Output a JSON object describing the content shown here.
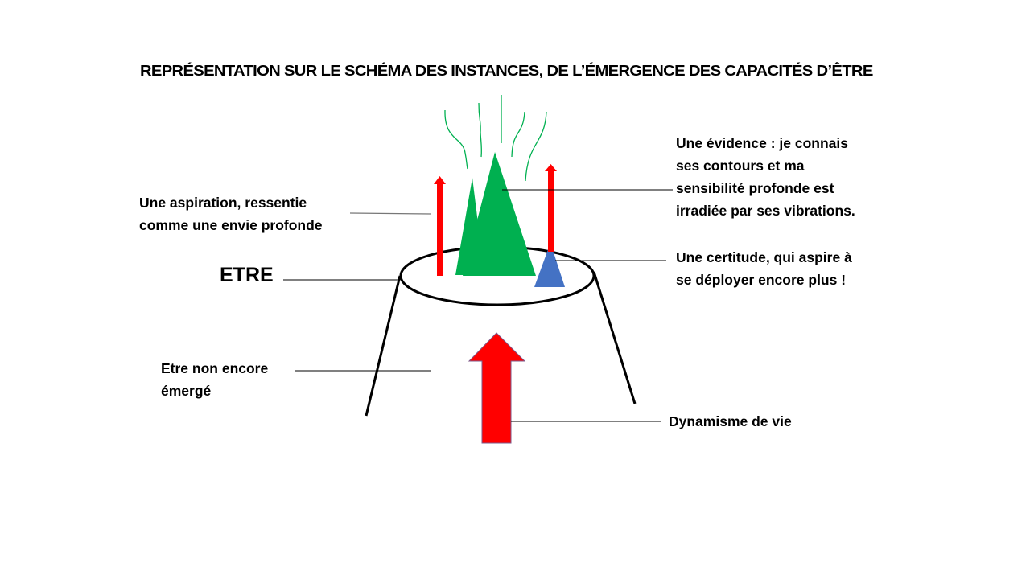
{
  "title": "REPRÉSENTATION SUR LE SCHÉMA DES INSTANCES, DE L’ÉMERGENCE DES CAPACITÉS D’ÊTRE",
  "labels": {
    "etre": "ETRE",
    "aspiration": [
      "Une aspiration, ressentie",
      "comme une envie profonde"
    ],
    "evidence": [
      "Une évidence : je connais",
      "ses contours et ma",
      "sensibilité profonde est",
      "irradiée par ses vibrations."
    ],
    "certitude": [
      "Une certitude, qui aspire à",
      "se déployer encore plus !"
    ],
    "non_emerge": [
      "Etre non encore",
      "émergé"
    ],
    "dynamisme": "Dynamisme de vie"
  },
  "colors": {
    "green": "#00b050",
    "red": "#ff0000",
    "blue": "#4472c4",
    "line": "#000000"
  }
}
